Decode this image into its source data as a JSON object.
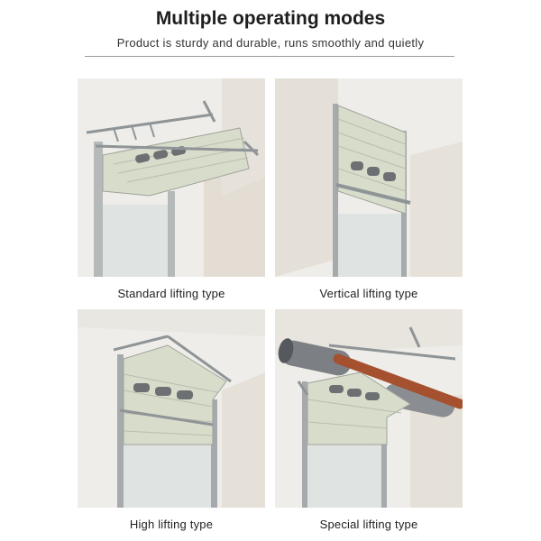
{
  "header": {
    "title": "Multiple operating modes",
    "subtitle": "Product is sturdy and durable, runs smoothly and quietly"
  },
  "panels": [
    {
      "caption": "Standard lifting type",
      "icon": "standard-lifting-door-illustration"
    },
    {
      "caption": "Vertical lifting type",
      "icon": "vertical-lifting-door-illustration"
    },
    {
      "caption": "High lifting type",
      "icon": "high-lifting-door-illustration"
    },
    {
      "caption": "Special lifting type",
      "icon": "special-lifting-door-illustration"
    }
  ],
  "colors": {
    "wall": "#ecebe7",
    "panel": "#d8dccb",
    "track": "#8f9497",
    "shaft": "#a5502e"
  }
}
